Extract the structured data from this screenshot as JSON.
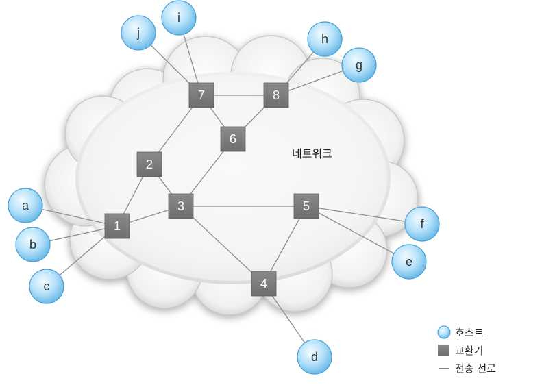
{
  "network_label": "네트워크",
  "switches": [
    {
      "id": "1",
      "label": "1"
    },
    {
      "id": "2",
      "label": "2"
    },
    {
      "id": "3",
      "label": "3"
    },
    {
      "id": "4",
      "label": "4"
    },
    {
      "id": "5",
      "label": "5"
    },
    {
      "id": "6",
      "label": "6"
    },
    {
      "id": "7",
      "label": "7"
    },
    {
      "id": "8",
      "label": "8"
    }
  ],
  "hosts": [
    {
      "id": "a",
      "label": "a"
    },
    {
      "id": "b",
      "label": "b"
    },
    {
      "id": "c",
      "label": "c"
    },
    {
      "id": "d",
      "label": "d"
    },
    {
      "id": "e",
      "label": "e"
    },
    {
      "id": "f",
      "label": "f"
    },
    {
      "id": "g",
      "label": "g"
    },
    {
      "id": "h",
      "label": "h"
    },
    {
      "id": "i",
      "label": "i"
    },
    {
      "id": "j",
      "label": "j"
    }
  ],
  "links": [
    [
      "a",
      "1"
    ],
    [
      "b",
      "1"
    ],
    [
      "c",
      "1"
    ],
    [
      "1",
      "2"
    ],
    [
      "1",
      "3"
    ],
    [
      "2",
      "3"
    ],
    [
      "2",
      "7"
    ],
    [
      "3",
      "6"
    ],
    [
      "3",
      "5"
    ],
    [
      "3",
      "4"
    ],
    [
      "4",
      "5"
    ],
    [
      "4",
      "d"
    ],
    [
      "5",
      "f"
    ],
    [
      "5",
      "e"
    ],
    [
      "7",
      "8"
    ],
    [
      "7",
      "6"
    ],
    [
      "6",
      "8"
    ],
    [
      "8",
      "h"
    ],
    [
      "8",
      "g"
    ],
    [
      "7",
      "j"
    ],
    [
      "7",
      "i"
    ]
  ],
  "legend": {
    "host": "호스트",
    "switch": "교환기",
    "line": "전송 선로"
  },
  "colors": {
    "switch_fill": "#7a7a7a",
    "host_fill_center": "#eaf7ff",
    "host_fill_edge": "#7fc6ef",
    "host_stroke": "#4a9fd4",
    "link": "#8c8c8c",
    "cloud_center": "#fbfbfb",
    "cloud_edge": "#cfcfcf"
  }
}
